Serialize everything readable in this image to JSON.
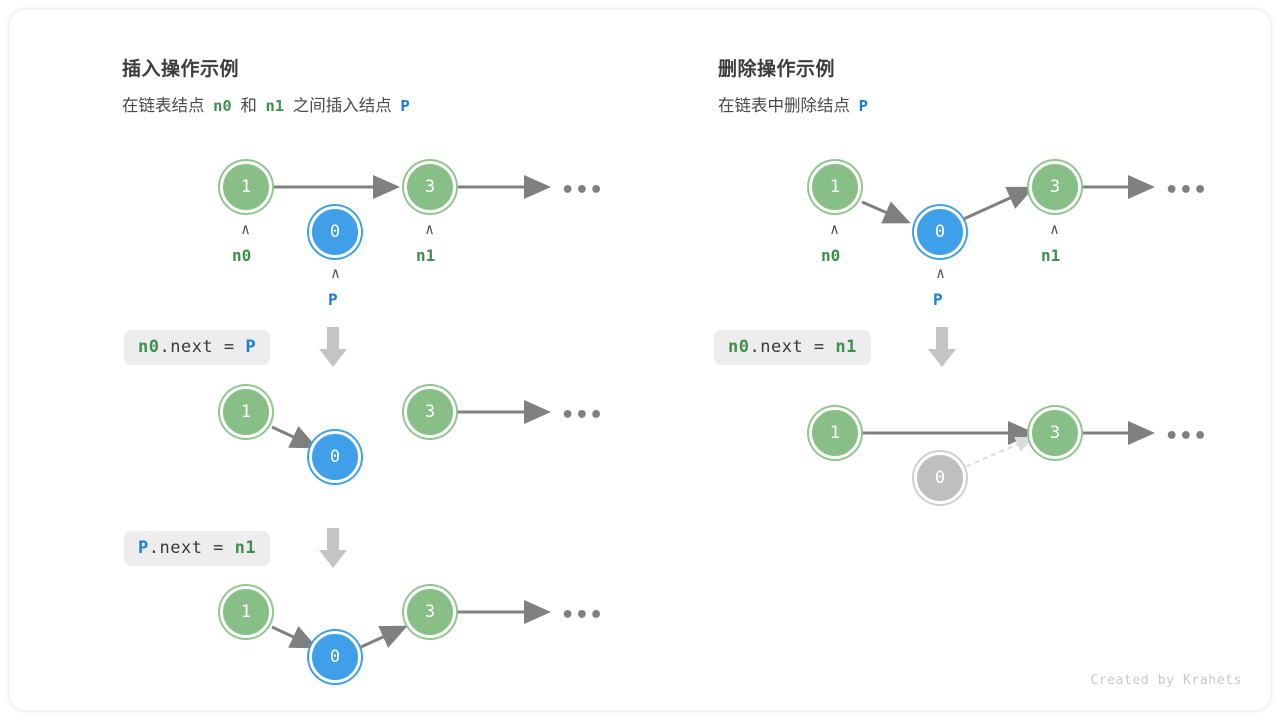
{
  "credit": "Created by Krahets",
  "colors": {
    "node_green": "#88bf87",
    "node_blue": "#3f9fe8",
    "node_grey": "#bfbfbf",
    "arrow_grey": "#808080",
    "label_green": "#3f8f4f",
    "label_blue": "#1a7fd4",
    "chip_bg": "#ededed"
  },
  "panels": [
    {
      "id": "insert",
      "title": "插入操作示例",
      "subtitle": {
        "parts": [
          {
            "text": "在链表结点",
            "style": "plain"
          },
          {
            "text": "n0",
            "style": "green"
          },
          {
            "text": "和",
            "style": "plain"
          },
          {
            "text": "n1",
            "style": "green"
          },
          {
            "text": "之间插入结点",
            "style": "plain"
          },
          {
            "text": "P",
            "style": "blue"
          }
        ]
      },
      "steps": [
        {
          "id": "insert-step-0",
          "code": null,
          "nodes": [
            {
              "name": "node-n0",
              "value": "1",
              "kind": "green"
            },
            {
              "name": "node-p",
              "value": "0",
              "kind": "blue"
            },
            {
              "name": "node-n1",
              "value": "3",
              "kind": "green"
            }
          ],
          "pointers": [
            {
              "name": "pointer-n0",
              "label": "n0",
              "kind": "green"
            },
            {
              "name": "pointer-n1",
              "label": "n1",
              "kind": "green"
            },
            {
              "name": "pointer-p",
              "label": "P",
              "kind": "blue"
            }
          ],
          "ellipsis": "•••"
        },
        {
          "id": "insert-step-1",
          "code": {
            "tokens": [
              {
                "text": "n0",
                "style": "green"
              },
              {
                "text": ".next = ",
                "style": "plain"
              },
              {
                "text": "P",
                "style": "blue"
              }
            ]
          },
          "nodes": [
            {
              "name": "node-n0",
              "value": "1",
              "kind": "green"
            },
            {
              "name": "node-p",
              "value": "0",
              "kind": "blue"
            },
            {
              "name": "node-n1",
              "value": "3",
              "kind": "green"
            }
          ],
          "ellipsis": "•••"
        },
        {
          "id": "insert-step-2",
          "code": {
            "tokens": [
              {
                "text": "P",
                "style": "blue"
              },
              {
                "text": ".next = ",
                "style": "plain"
              },
              {
                "text": "n1",
                "style": "green"
              }
            ]
          },
          "nodes": [
            {
              "name": "node-n0",
              "value": "1",
              "kind": "green"
            },
            {
              "name": "node-p",
              "value": "0",
              "kind": "blue"
            },
            {
              "name": "node-n1",
              "value": "3",
              "kind": "green"
            }
          ],
          "ellipsis": "•••"
        }
      ]
    },
    {
      "id": "delete",
      "title": "删除操作示例",
      "subtitle": {
        "parts": [
          {
            "text": "在链表中删除结点",
            "style": "plain"
          },
          {
            "text": "P",
            "style": "blue"
          }
        ]
      },
      "steps": [
        {
          "id": "delete-step-0",
          "code": null,
          "nodes": [
            {
              "name": "node-n0",
              "value": "1",
              "kind": "green"
            },
            {
              "name": "node-p",
              "value": "0",
              "kind": "blue"
            },
            {
              "name": "node-n1",
              "value": "3",
              "kind": "green"
            }
          ],
          "pointers": [
            {
              "name": "pointer-n0",
              "label": "n0",
              "kind": "green"
            },
            {
              "name": "pointer-n1",
              "label": "n1",
              "kind": "green"
            },
            {
              "name": "pointer-p",
              "label": "P",
              "kind": "blue"
            }
          ],
          "ellipsis": "•••"
        },
        {
          "id": "delete-step-1",
          "code": {
            "tokens": [
              {
                "text": "n0",
                "style": "green"
              },
              {
                "text": ".next = ",
                "style": "plain"
              },
              {
                "text": "n1",
                "style": "green"
              }
            ]
          },
          "nodes": [
            {
              "name": "node-n0",
              "value": "1",
              "kind": "green"
            },
            {
              "name": "node-p-removed",
              "value": "0",
              "kind": "grey"
            },
            {
              "name": "node-n1",
              "value": "3",
              "kind": "green"
            }
          ],
          "ellipsis": "•••"
        }
      ]
    }
  ]
}
